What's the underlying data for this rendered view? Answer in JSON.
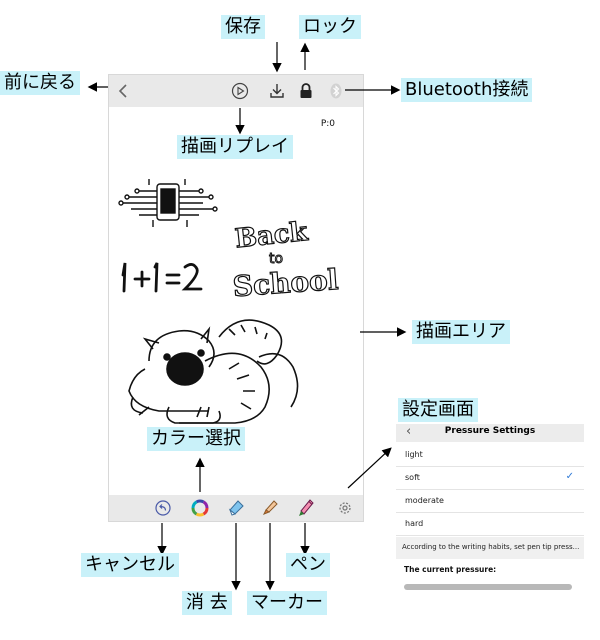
{
  "annotations": {
    "save": "保存",
    "lock": "ロック",
    "back": "前に戻る",
    "bluetooth": "Bluetooth接続",
    "replay": "描画リプレイ",
    "draw_area": "描画エリア",
    "settings_screen": "設定画面",
    "color_select": "カラー選択",
    "cancel": "キャンセル",
    "pen": "ペン",
    "eraser": "消 去",
    "marker": "マーカー"
  },
  "canvas": {
    "page_counter": "P:0",
    "math_text": "1+1=2",
    "back_to_school": [
      "Back",
      "to",
      "School"
    ]
  },
  "settings": {
    "title": "Pressure Settings",
    "options": [
      {
        "label": "light",
        "selected": false
      },
      {
        "label": "soft",
        "selected": true
      },
      {
        "label": "moderate",
        "selected": false
      },
      {
        "label": "hard",
        "selected": false
      }
    ],
    "checkmark": "✓",
    "note": "According to the writing habits, set pen tip press...",
    "current_pressure_label": "The current pressure:",
    "back_glyph": "‹"
  },
  "icons": {
    "back": "chevron-left-icon",
    "replay": "play-circle-icon",
    "save": "download-icon",
    "lock": "lock-icon",
    "bluetooth": "bluetooth-icon",
    "undo": "undo-icon",
    "color": "color-wheel-icon",
    "eraser": "eraser-icon",
    "marker": "marker-icon",
    "pen": "pen-icon",
    "gear": "gear-icon"
  },
  "colors": {
    "label_bg": "#c9f1f9",
    "bar_bg": "#e9e9e9",
    "accent": "#2f7ad6"
  }
}
